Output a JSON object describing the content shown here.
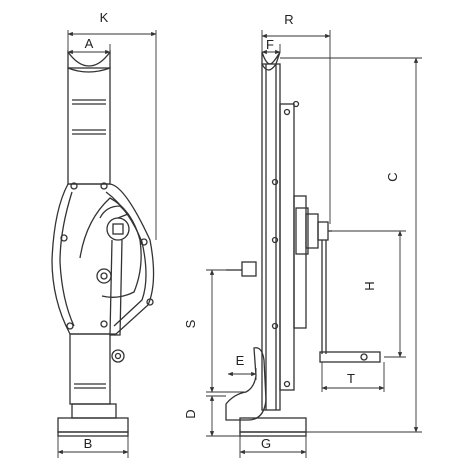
{
  "diagram": {
    "labels": {
      "K": "K",
      "A": "A",
      "R": "R",
      "F": "F",
      "C": "C",
      "H": "H",
      "S": "S",
      "E": "E",
      "D": "D",
      "T": "T",
      "B": "B",
      "G": "G"
    },
    "colors": {
      "line": "#333333",
      "dimension": "#333333",
      "background": "#ffffff"
    }
  }
}
